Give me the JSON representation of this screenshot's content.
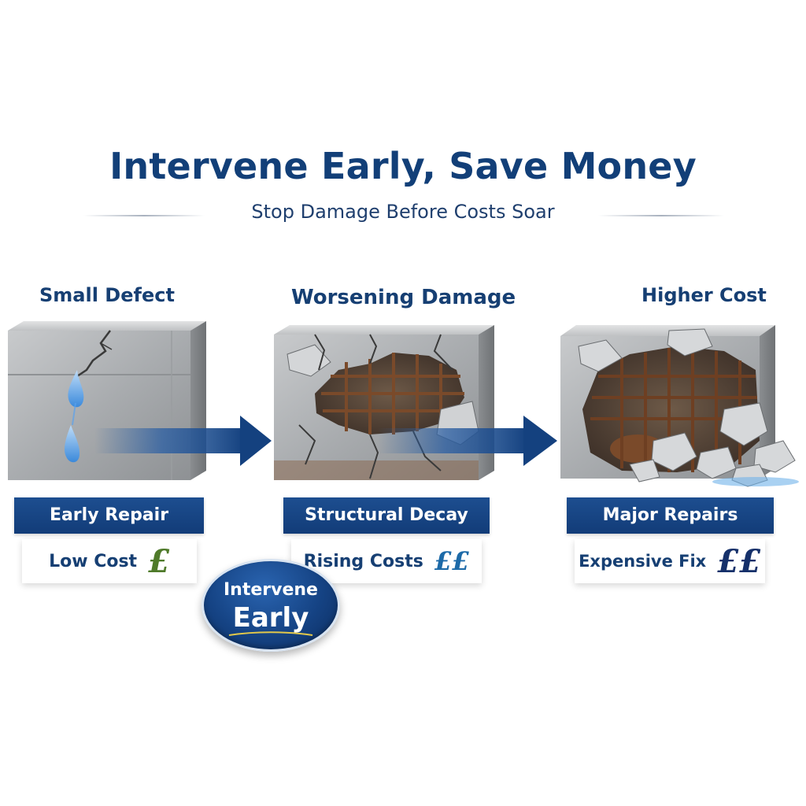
{
  "title": "Intervene Early, Save Money",
  "subtitle": "Stop Damage Before Costs Soar",
  "stages": [
    {
      "title": "Small Defect",
      "label": "Early Repair",
      "cost": "Low Cost",
      "symbol": "£"
    },
    {
      "title": "Worsening Damage",
      "label": "Structural Decay",
      "cost": "Rising Costs",
      "symbol": "££"
    },
    {
      "title": "Higher Cost",
      "label": "Major Repairs",
      "cost": "Expensive Fix",
      "symbol": "££"
    }
  ],
  "badge": {
    "line1": "Intervene",
    "line2": "Early"
  },
  "colors": {
    "navy": "#123f78",
    "green_pound": "#4f7a2a",
    "blue_pound": "#1d6aa8",
    "water": "#3b8fe0",
    "rust": "#7a4a2a"
  }
}
